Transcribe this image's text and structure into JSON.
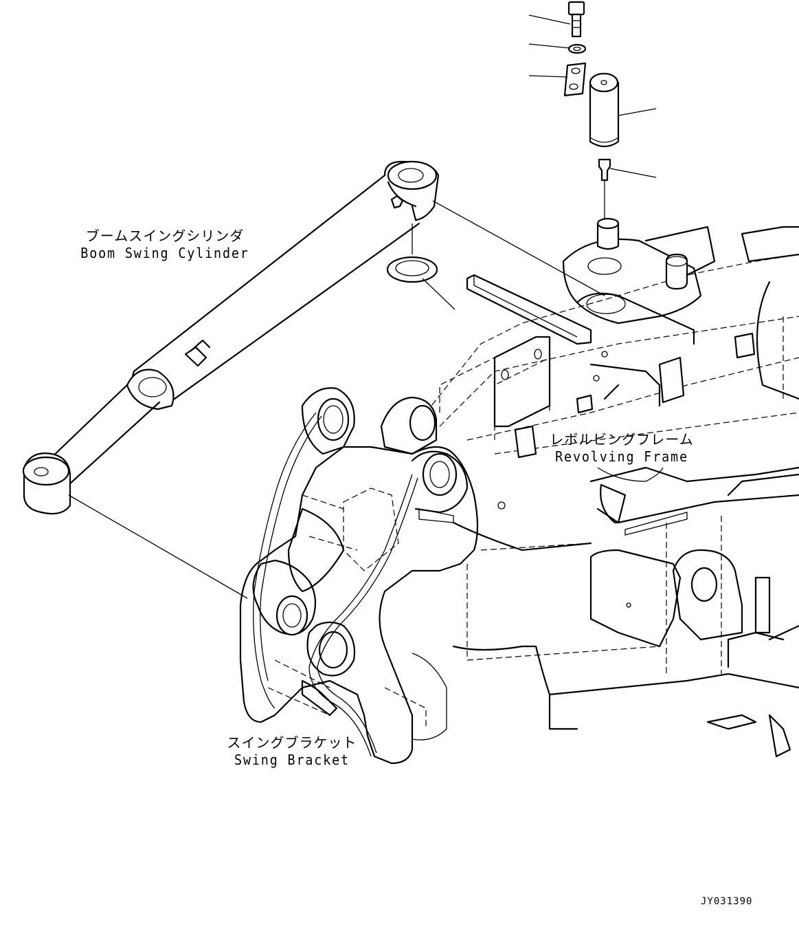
{
  "labels": {
    "boom_swing_cylinder": {
      "jp": "ブームスイングシリンダ",
      "en": "Boom Swing Cylinder"
    },
    "revolving_frame": {
      "jp": "レボルビングフレーム",
      "en": "Revolving Frame"
    },
    "swing_bracket": {
      "jp": "スイングブラケット",
      "en": "Swing Bracket"
    }
  },
  "drawing_code": "JY031390",
  "parts": [
    "bolt",
    "washer",
    "plate",
    "pin",
    "grease-fitting",
    "shim"
  ]
}
